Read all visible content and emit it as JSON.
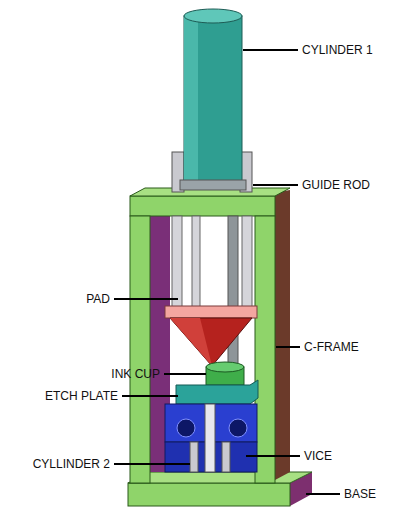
{
  "diagram": {
    "labels": [
      "CYLINDER 1",
      "GUIDE ROD",
      "PAD",
      "C-FRAME",
      "INK CUP",
      "ETCH PLATE",
      "VICE",
      "CYLLINDER 2",
      "BASE"
    ]
  }
}
